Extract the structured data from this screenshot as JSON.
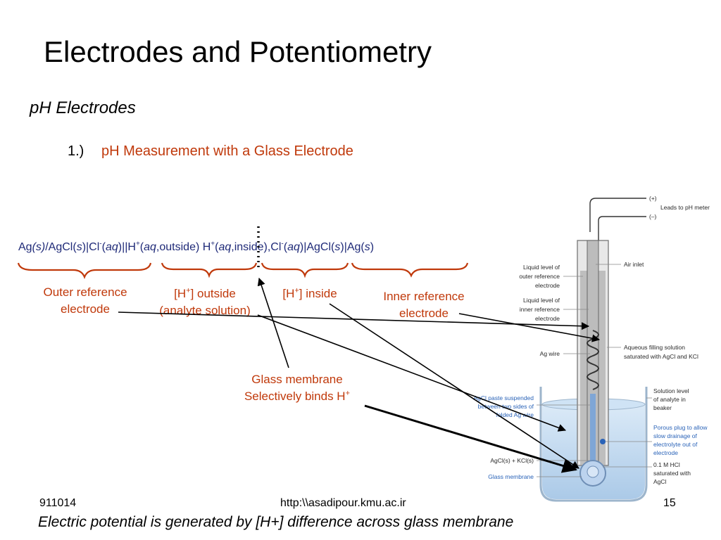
{
  "slide": {
    "title": "Electrodes and Potentiometry",
    "subtitle": "pH Electrodes",
    "item_number": "1.)",
    "item_text": "pH Measurement with a Glass Electrode"
  },
  "cell_notation": {
    "ag1": "Ag",
    "s1": "(s)",
    "agcl1": "/AgCl(",
    "s2": "s",
    "cl1": ")|Cl",
    "minus1": "-",
    "aq1a": "(",
    "aq1": "aq",
    "hplus1": ")||H",
    "plus1": "+",
    "aq2a": "(",
    "aq2": "aq",
    "outside": ",outside) H",
    "plus2": "+",
    "aq3a": "(",
    "aq3": "aq",
    "inside": ",inside),Cl",
    "minus2": "-",
    "aq4a": "(",
    "aq4": "aq",
    "agcl2": ")|AgCl(",
    "s3": "s",
    "ag2": ")|Ag(",
    "s4": "s",
    "close": ")"
  },
  "labels": {
    "outer_ref_line1": "Outer reference",
    "outer_ref_line2": "electrode",
    "h_outside_pre": "[H",
    "h_outside_sup": "+",
    "h_outside_post": "] outside",
    "analyte": "(analyte solution)",
    "h_inside_pre": "[H",
    "h_inside_sup": "+",
    "h_inside_post": "] inside",
    "inner_ref_line1": "Inner reference",
    "inner_ref_line2": "electrode",
    "glass_line1": "Glass membrane",
    "glass_line2_pre": "Selectively binds H",
    "glass_line2_sup": "+"
  },
  "diagram": {
    "plus": "(+)",
    "minus": "(–)",
    "leads": "Leads to pH meter",
    "air_inlet": "Air inlet",
    "liq_outer_1": "Liquid level of",
    "liq_outer_2": "outer reference",
    "liq_outer_3": "electrode",
    "liq_inner_1": "Liquid level of",
    "liq_inner_2": "inner reference",
    "liq_inner_3": "electrode",
    "ag_wire": "Ag wire",
    "aqueous_1": "Aqueous filling solution",
    "aqueous_2": "saturated with AgCl and KCl",
    "paste_1": "AgCl paste suspended",
    "paste_2": "between two sides of",
    "paste_3": "folded Ag wire",
    "sol_level_1": "Solution level",
    "sol_level_2": "of analyte in",
    "sol_level_3": "beaker",
    "porous_1": "Porous plug to allow",
    "porous_2": "slow drainage of",
    "porous_3": "electrolyte out of",
    "porous_4": "electrode",
    "agcl_kcl": "AgCl(s) + KCl(s)",
    "glass_membrane": "Glass membrane",
    "hcl_1": "0.1 M HCl",
    "hcl_2": "saturated with",
    "hcl_3": "AgCl"
  },
  "footer": {
    "left": "911014",
    "center": "http:\\\\asadipour.kmu.ac.ir",
    "right": "15"
  },
  "bottom_text": "Electric potential is generated by [H+] difference across glass membrane",
  "colors": {
    "accent_red": "#c0390b",
    "notation_blue": "#1f2a78",
    "bracket_red": "#c0390b"
  }
}
